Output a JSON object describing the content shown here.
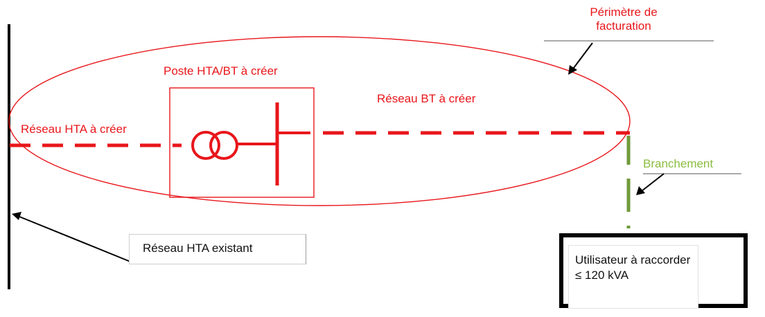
{
  "labels": {
    "perimetre": "Périmètre  de facturation",
    "poste": "Poste HTA/BT à créer",
    "reseau_bt": "Réseau BT à créer",
    "reseau_hta_creer": "Réseau HTA à créer",
    "branchement": "Branchement",
    "reseau_hta_existant": "Réseau HTA existant",
    "utilisateur": "Utilisateur à raccorder ≤ 120 kVA"
  },
  "colors": {
    "network": "#e8161b",
    "branchement": "#6f9a3a",
    "existing": "#000000"
  },
  "icons": [
    "transformer-icon",
    "arrow-icon"
  ]
}
